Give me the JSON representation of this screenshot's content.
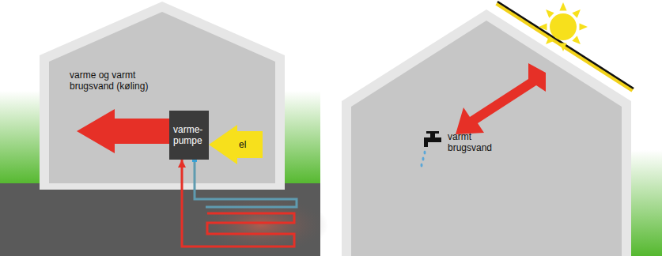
{
  "diagram": {
    "nodes": [
      {
        "text": [
          "varme- pumpe"
        ]
      }
    ],
    "labels": [
      "varme og varmt brugsvand (køling)",
      "el",
      "varmt brugsvand"
    ]
  }
}
